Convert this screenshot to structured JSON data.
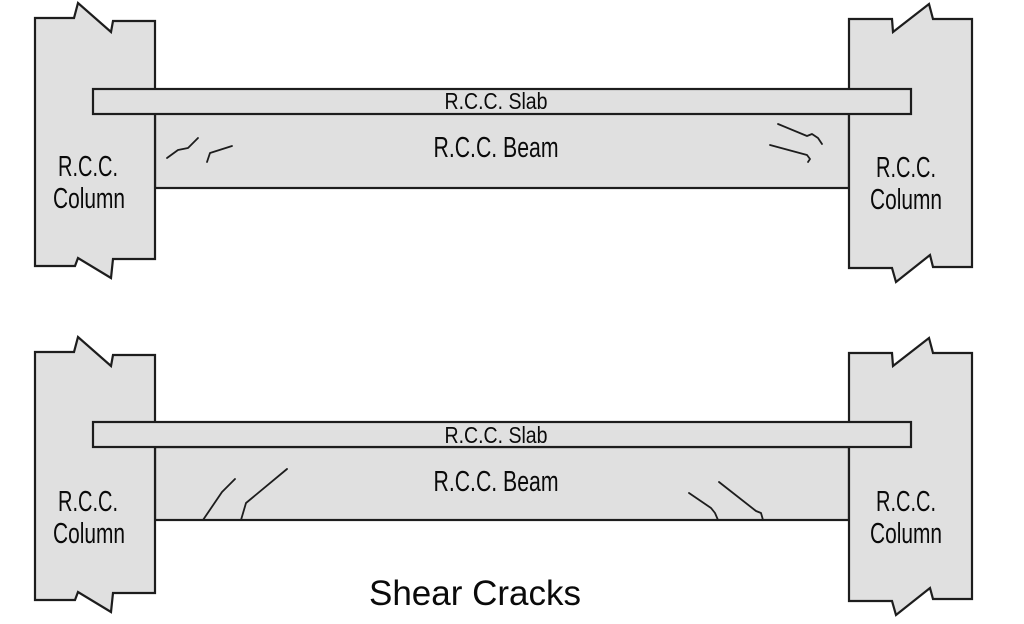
{
  "colors": {
    "background": "#ffffff",
    "concrete_fill": "#e0e0e0",
    "outline": "#1d1d1d",
    "crack": "#1d1d1d",
    "label": "#0a0a0a"
  },
  "top_diagram": {
    "slab_label": "R.C.C. Slab",
    "beam_label": "R.C.C. Beam",
    "left_column": {
      "label_line1": "R.C.C.",
      "label_line2": "Column"
    },
    "right_column": {
      "label_line1": "R.C.C.",
      "label_line2": "Column"
    }
  },
  "bottom_diagram": {
    "slab_label": "R.C.C. Slab",
    "beam_label": "R.C.C. Beam",
    "left_column": {
      "label_line1": "R.C.C.",
      "label_line2": "Column"
    },
    "right_column": {
      "label_line1": "R.C.C.",
      "label_line2": "Column"
    },
    "caption": "Shear Cracks"
  }
}
